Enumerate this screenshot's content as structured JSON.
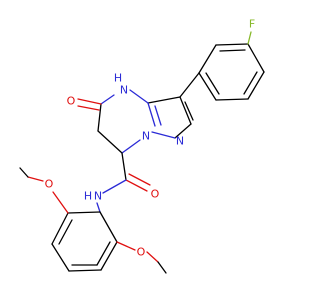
{
  "colors": {
    "carbon_bond": "#000000",
    "nitrogen": "#2b2bd6",
    "oxygen": "#e01010",
    "fluorine": "#87b82a",
    "background": "#ffffff"
  },
  "atom_labels": {
    "fluorine": "F",
    "nh_ring": "H",
    "nh_ring_n": "N",
    "n_bridge": "N",
    "n_pyrazole": "N",
    "o_ketone": "O",
    "o_amide": "O",
    "nh_amide_n": "N",
    "nh_amide_h": "H",
    "o_methoxy_top": "O",
    "o_methoxy_bottom": "O"
  }
}
